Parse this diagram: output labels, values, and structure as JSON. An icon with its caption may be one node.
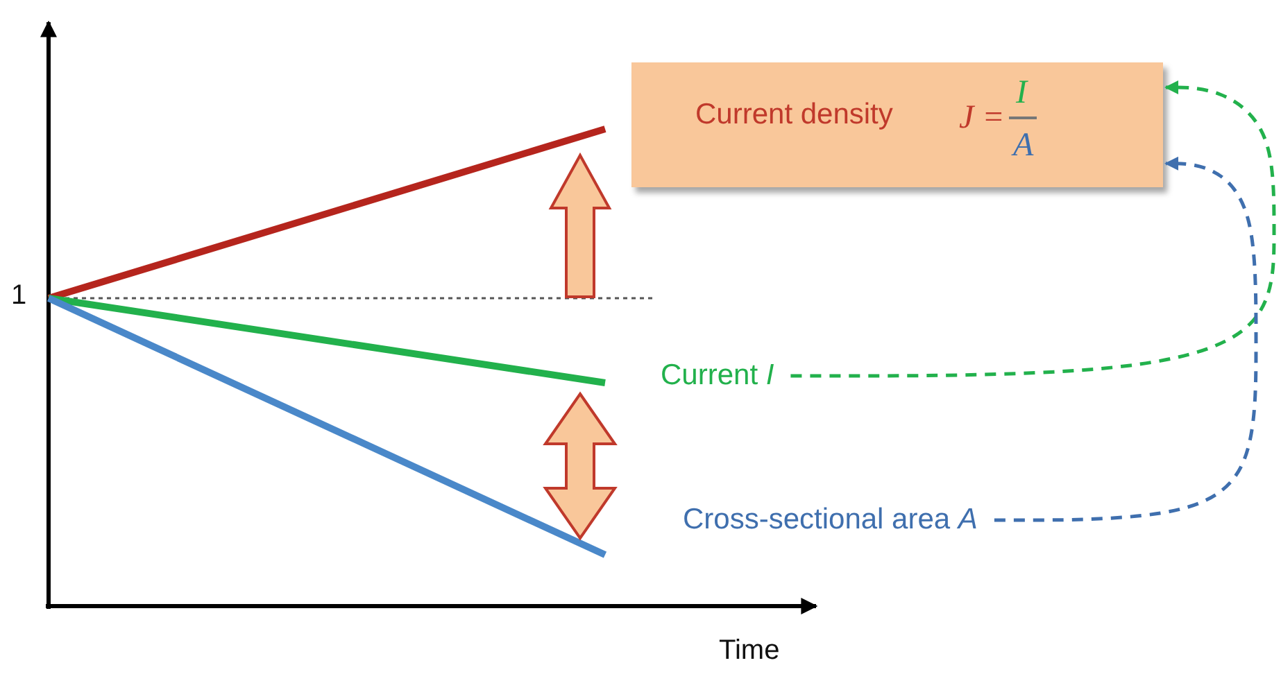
{
  "diagram": {
    "nodes": [
      {
        "text": [
          "Current density",
          "J =",
          "I",
          "A"
        ]
      },
      {
        "text": [
          "Current *I*"
        ]
      },
      {
        "text": [
          "Cross-sectional area *A*"
        ]
      }
    ],
    "edges": [
      {
        "from": 1,
        "to": 0,
        "arrow": "to",
        "style": "dashed",
        "color": "#22b14c"
      },
      {
        "from": 2,
        "to": 0,
        "arrow": "to",
        "style": "dashed",
        "color": "#3f6fae"
      }
    ],
    "labels": [
      "1",
      "Time"
    ]
  }
}
